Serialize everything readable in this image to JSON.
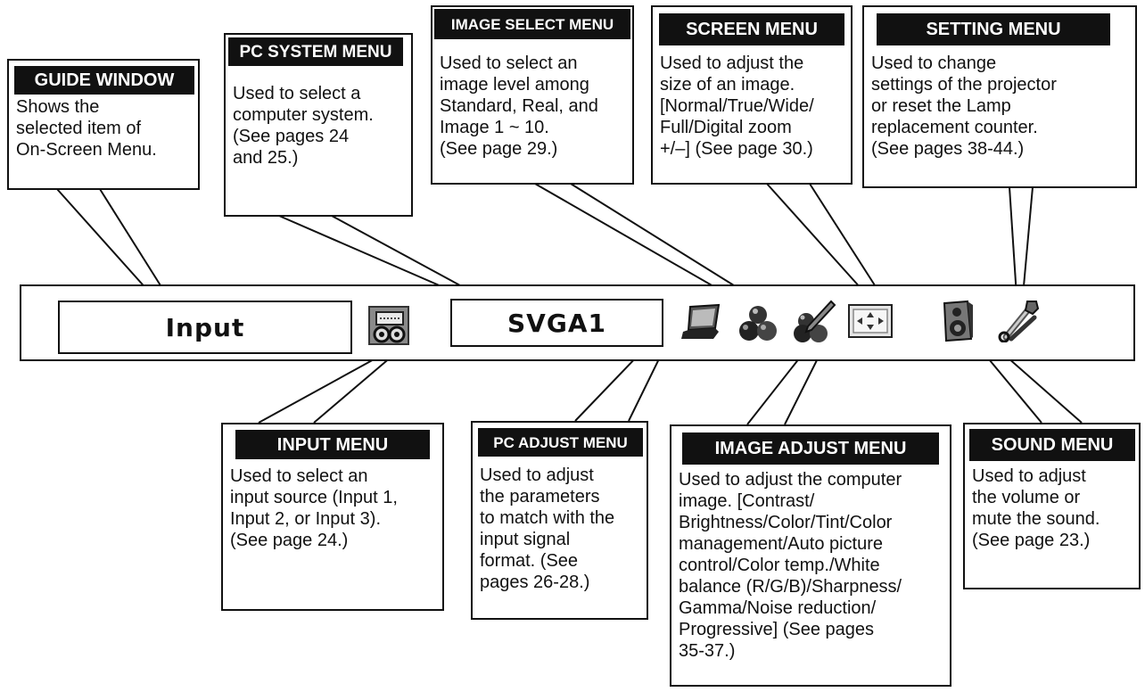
{
  "menu_bar": {
    "guide_field": "Input",
    "system_field": "SVGA1",
    "icons": [
      "input-menu-icon",
      "pc-adjust-icon",
      "image-select-icon",
      "image-adjust-icon",
      "screen-icon",
      "sound-icon",
      "setting-icon"
    ]
  },
  "callouts": {
    "guide_window": {
      "title": "GUIDE WINDOW",
      "text": "Shows the\nselected item of\nOn-Screen Menu."
    },
    "pc_system": {
      "title": "PC SYSTEM MENU",
      "text": "Used to select a\ncomputer system.\n(See pages 24\nand 25.)"
    },
    "image_select": {
      "title": "IMAGE SELECT MENU",
      "text": "Used to select an\nimage level among\nStandard, Real, and\nImage 1 ~ 10.\n(See page 29.)"
    },
    "screen": {
      "title": "SCREEN MENU",
      "text": "Used to adjust the\nsize of an image.\n[Normal/True/Wide/\nFull/Digital zoom\n+/–] (See page 30.)"
    },
    "setting": {
      "title": "SETTING MENU",
      "text": "Used to change\nsettings of the projector\nor reset the Lamp\nreplacement counter.\n(See pages 38-44.)"
    },
    "input": {
      "title": "INPUT MENU",
      "text": "Used to select an\ninput source (Input 1,\nInput 2, or Input 3).\n(See page 24.)"
    },
    "pc_adjust": {
      "title": "PC ADJUST MENU",
      "text": "Used to adjust\nthe parameters\nto match with the\ninput signal\nformat. (See\npages 26-28.)"
    },
    "image_adjust": {
      "title": "IMAGE ADJUST MENU",
      "text": "Used to adjust the computer\nimage. [Contrast/\nBrightness/Color/Tint/Color\nmanagement/Auto picture\ncontrol/Color temp./White\nbalance (R/G/B)/Sharpness/\nGamma/Noise reduction/\nProgressive] (See pages\n35-37.)"
    },
    "sound": {
      "title": "SOUND MENU",
      "text": "Used to adjust\nthe volume or\nmute the sound.\n(See page 23.)"
    }
  }
}
